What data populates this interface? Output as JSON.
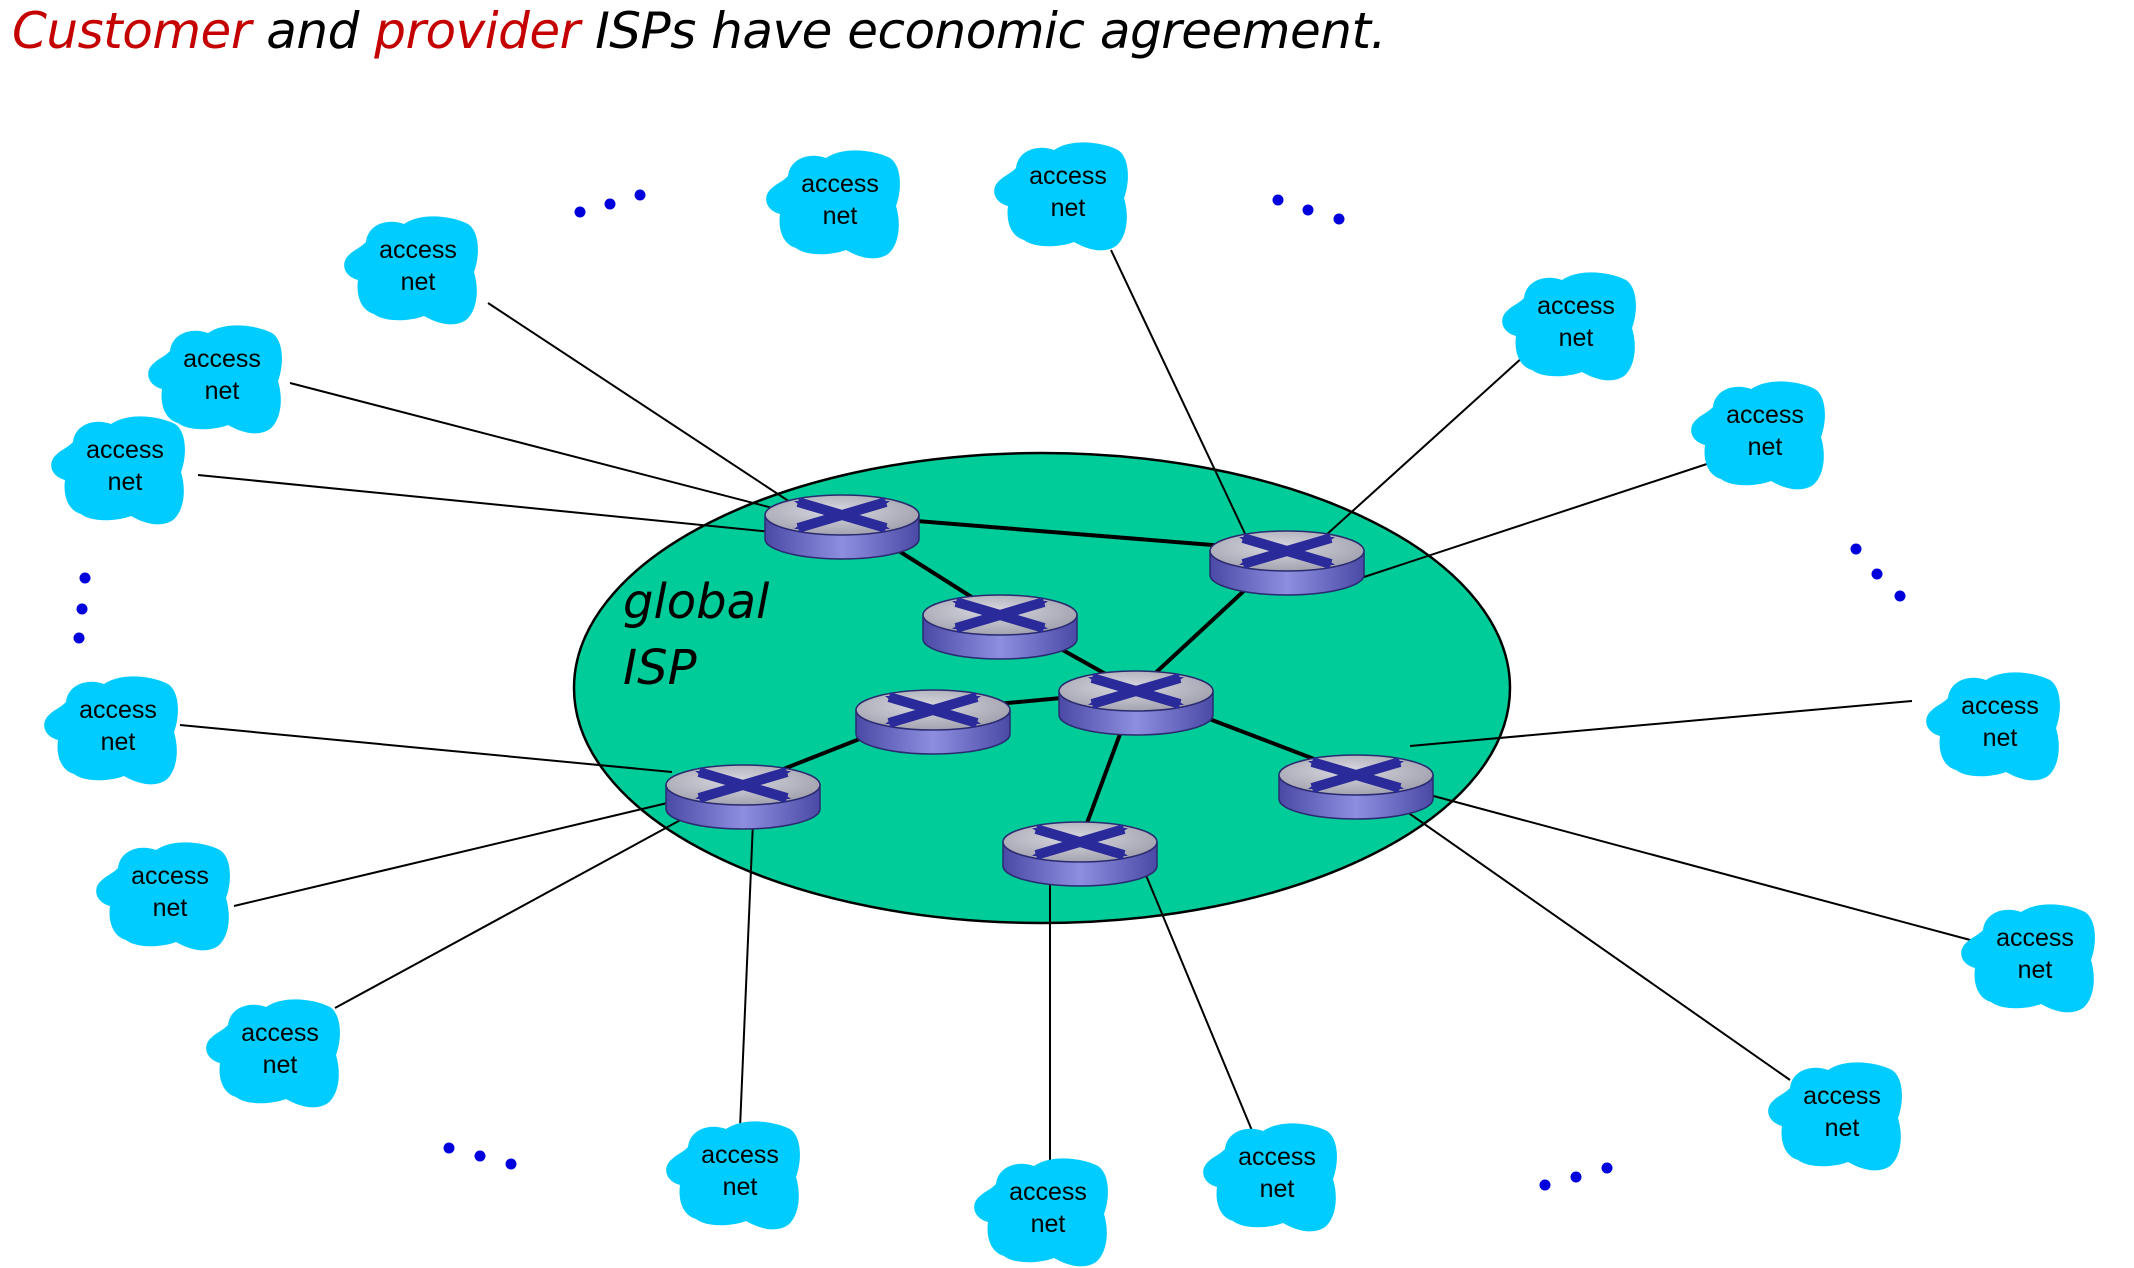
{
  "title": {
    "part1": "Customer",
    "part2": " and ",
    "part3": "provider",
    "part4": " ISPs have economic agreement."
  },
  "isp": {
    "line1": "global",
    "line2": "ISP"
  },
  "access_net": {
    "line1": "access",
    "line2": "net"
  },
  "colors": {
    "emphasis": "#c40000",
    "isp_fill": "#00cc99",
    "cloud_fill": "#00ccff",
    "router_body": "#7272c6",
    "router_top": "#b4b4c0",
    "router_cross": "#2a2a9a",
    "ellipsis_dots": "#0000dd"
  },
  "icons": [
    "access-net-cloud",
    "router-icon",
    "ellipsis-dots"
  ]
}
